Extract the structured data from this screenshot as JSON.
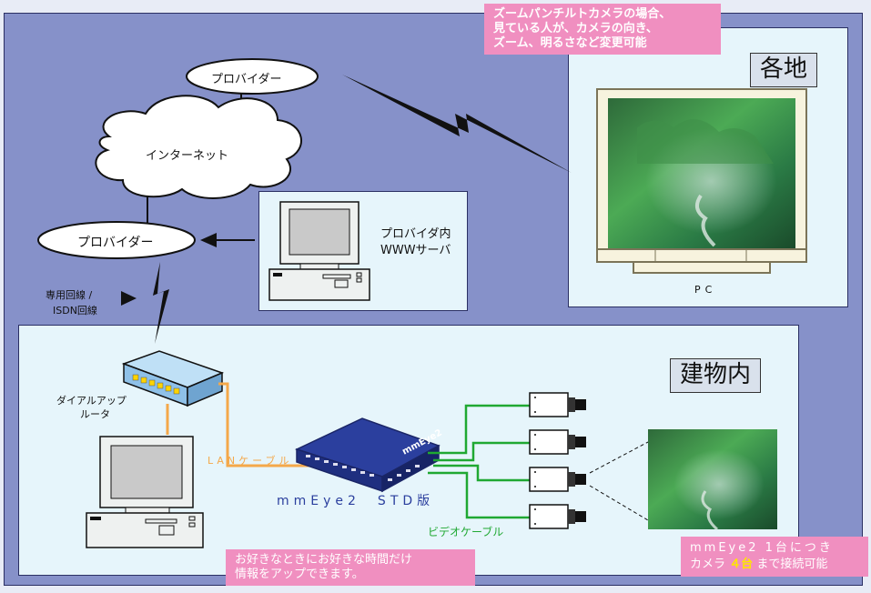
{
  "labels": {
    "pc_area_tag": "各地",
    "building_tag": "建物内",
    "provider_top": "プロバイダー",
    "internet": "インターネット",
    "provider_bottom": "プロバイダー",
    "server_label_1": "プロバイダ内",
    "server_label_2": "WWWサーバ",
    "line_label_1": "専用回線 /",
    "line_label_2": "ISDN回線",
    "router_label_1": "ダイアルアップ",
    "router_label_2": "ルータ",
    "lan_cable": "LANケーブル",
    "device_name": "mmEye2　STD版",
    "video_cable": "ビデオケーブル",
    "pc": "PC",
    "device_logo": "mmEye2"
  },
  "notes": {
    "ptz_line_1": "ズームパンチルトカメラの場合、",
    "ptz_line_2": "見ている人が、カメラの向き、",
    "ptz_line_3": "ズーム、明るさなど変更可能",
    "update_line_1": "お好きなときにお好きな時間だけ",
    "update_line_2": "情報をアップできます。",
    "camera_line_1": "mmEye2 1台につき",
    "camera_line_2a": "カメラ",
    "camera_line_2b": "４台",
    "camera_line_2c": "まで接続可能"
  },
  "colors": {
    "background": "#8691c9",
    "panel": "#e6f5fb",
    "note_pink": "#f08fc0",
    "lan_cable": "#f4a84a",
    "video_cable": "#1fa832",
    "device_blue": "#2b3f9e",
    "highlight_yellow": "#ffe600"
  }
}
